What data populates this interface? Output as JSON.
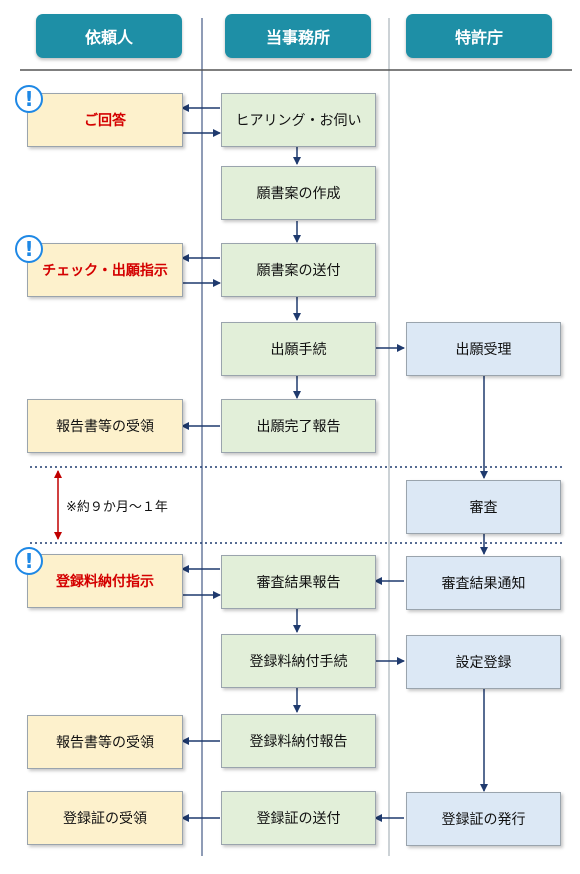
{
  "columns": {
    "client": "依頼人",
    "office": "当事務所",
    "patent_office": "特許庁"
  },
  "client_boxes": {
    "reply": "ご回答",
    "check": "チェック・出願指示",
    "receipt1": "報告書等の受領",
    "fee_instruction": "登録料納付指示",
    "receipt2": "報告書等の受領",
    "certificate_receipt": "登録証の受領"
  },
  "office_boxes": {
    "hearing": "ヒアリング・お伺い",
    "draft": "願書案の作成",
    "send_draft": "願書案の送付",
    "filing": "出願手続",
    "filing_report": "出願完了報告",
    "exam_report": "審査結果報告",
    "fee_payment": "登録料納付手続",
    "fee_report": "登録料納付報告",
    "send_certificate": "登録証の送付"
  },
  "patent_boxes": {
    "accept": "出願受理",
    "exam": "審査",
    "notice": "審査結果通知",
    "registration": "設定登録",
    "issue": "登録証の発行"
  },
  "alert_symbol": "!",
  "duration_note": "※約９か月～１年",
  "colors": {
    "header": "#1e8fa6",
    "client_fill": "#fdf1cc",
    "office_fill": "#e2efd9",
    "patent_fill": "#dce8f5",
    "arrow": "#1f3a6e",
    "warning_text": "#d40000",
    "duration_arrow": "#c00000",
    "alert_icon": "#1e88e5"
  }
}
